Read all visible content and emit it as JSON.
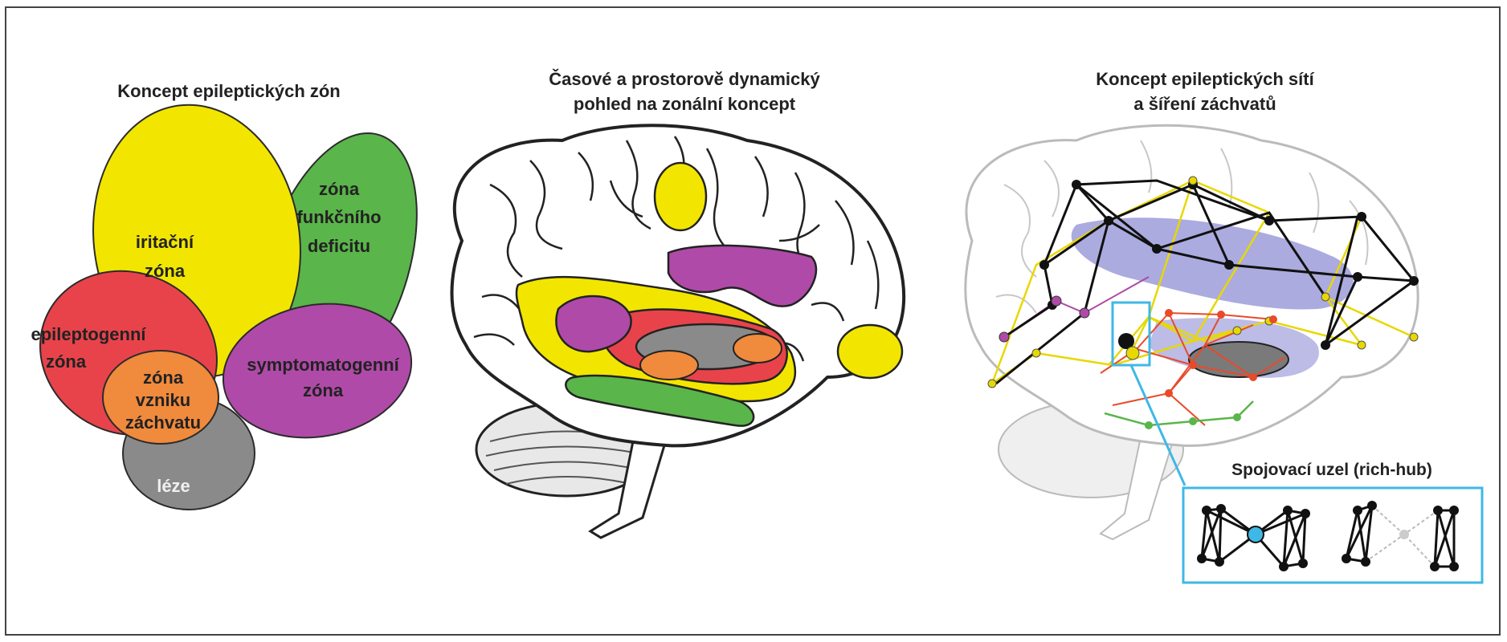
{
  "panel_left": {
    "title": "Koncept epileptických zón",
    "zones": {
      "iritacni": [
        "iritační",
        "zóna"
      ],
      "funkcni": [
        "zóna",
        "funkčního",
        "deficitu"
      ],
      "epileptogenni": [
        "epileptogenní",
        "zóna"
      ],
      "vzniku": [
        "zóna",
        "vzniku",
        "záchvatu"
      ],
      "symptomatogenni": [
        "symptomatogenní",
        "zóna"
      ],
      "leze": "léze"
    }
  },
  "panel_middle": {
    "title_line1": "Časové a prostorově dynamický",
    "title_line2": "pohled na zonální koncept"
  },
  "panel_right": {
    "title_line1": "Koncept epileptických sítí",
    "title_line2": "a šíření záchvatů",
    "inset_label": "Spojovací uzel (rich-hub)"
  },
  "colors": {
    "yellow": "#f2e600",
    "green": "#5ab54a",
    "red": "#e8434b",
    "purple": "#b04aa8",
    "orange": "#f08a3c",
    "gray": "#8a8a8a",
    "blue_shade": "#8f8fd6",
    "cyan": "#3fb8e6"
  }
}
